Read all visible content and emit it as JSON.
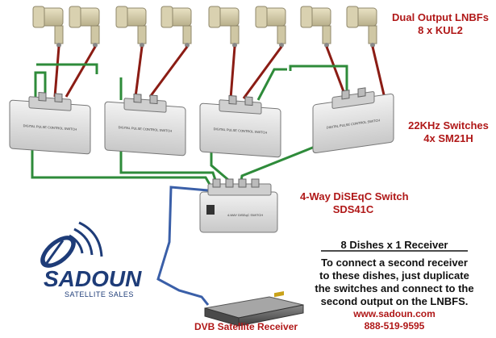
{
  "labels": {
    "lnbf_title": "Dual Output LNBFs",
    "lnbf_sub": "8 x KUL2",
    "switch22_title": "22KHz Switches",
    "switch22_sub": "4x SM21H",
    "diseqc_title": "4-Way DiSEqC Switch",
    "diseqc_sub": "SDS41C",
    "receiver": "DVB Satellite Receiver"
  },
  "info": {
    "heading": "8 Dishes x 1 Receiver",
    "lines": [
      "To connect a second receiver",
      "to these dishes, just duplicate",
      "the switches and connect to the",
      "second output on the LNBFS."
    ],
    "website": "www.sadoun.com",
    "phone": "888-519-9595"
  },
  "logo": {
    "name": "SADOUN",
    "tagline": "SATELLITE SALES"
  },
  "device_text": {
    "switch_label": "DIGITAL PULSE CONTROL SWITCH",
    "diseqc_label": "4-WAY DiSEqC SWITCH"
  },
  "colors": {
    "label_red": "#b01818",
    "cable_green": "#2e8b3a",
    "cable_blue": "#3a5fa8",
    "cable_red": "#8b1c14",
    "logo_blue": "#1e3c78"
  }
}
